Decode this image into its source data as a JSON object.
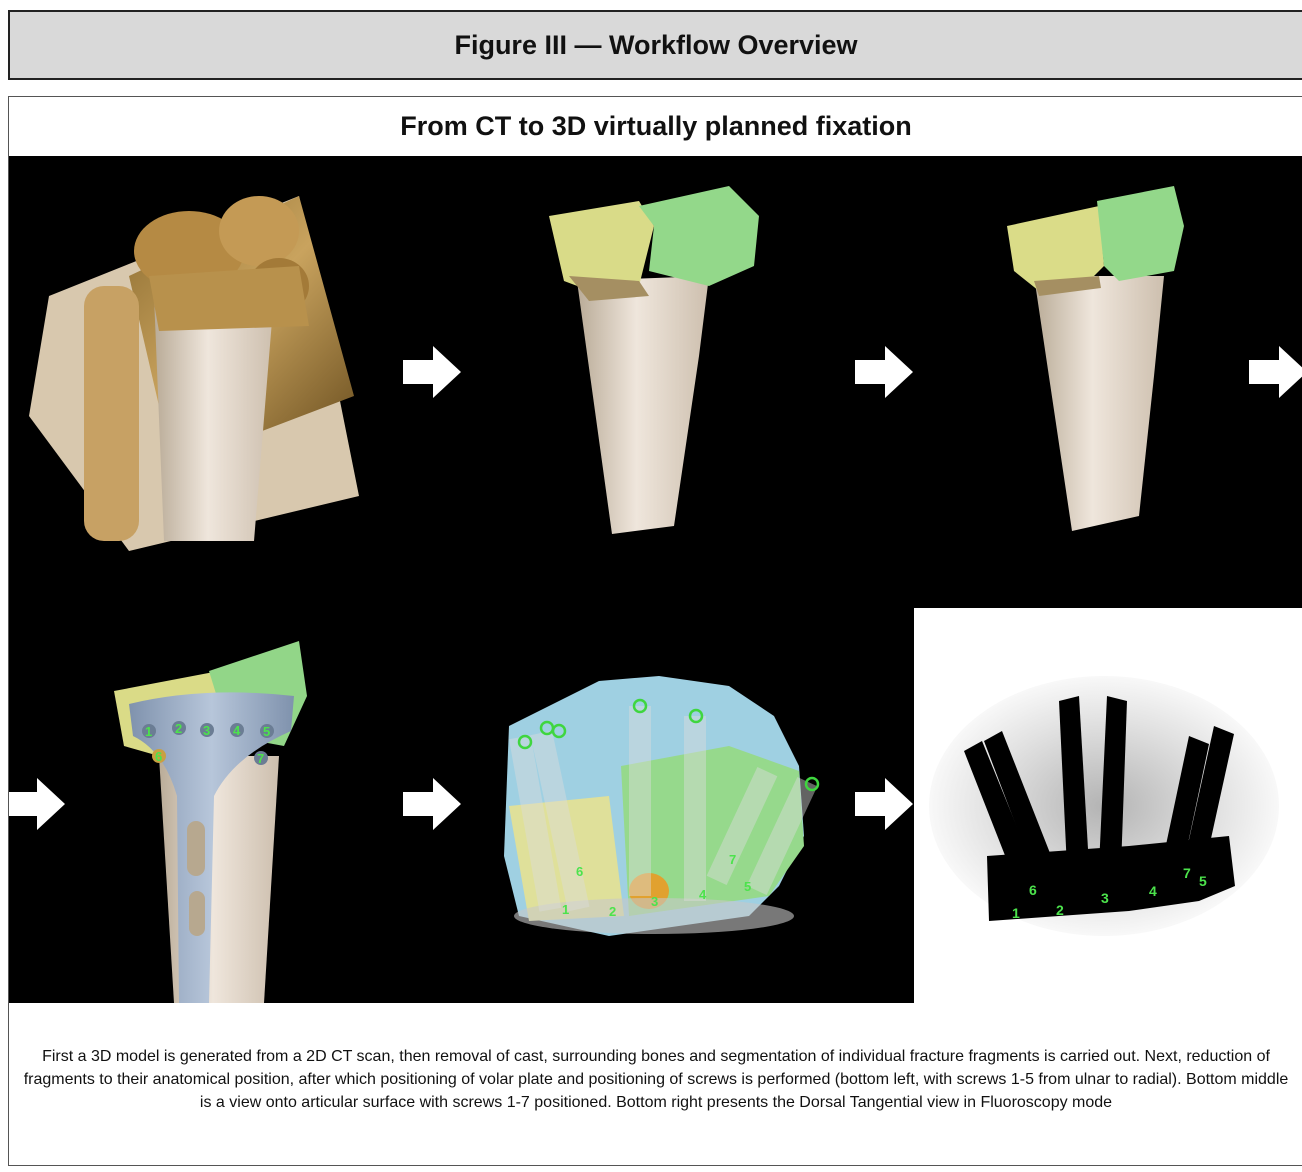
{
  "header": {
    "title": "Figure III — Workflow Overview"
  },
  "panel": {
    "title": "From CT to 3D virtually planned fixation"
  },
  "images": {
    "bottom_left_screw_labels": [
      "1",
      "2",
      "3",
      "4",
      "5",
      "6",
      "7"
    ],
    "bottom_middle_screw_labels": [
      "1",
      "2",
      "3",
      "4",
      "5",
      "6",
      "7"
    ],
    "bottom_right_screw_labels": [
      "1",
      "6",
      "2",
      "3",
      "4",
      "7",
      "5"
    ]
  },
  "caption": "First a 3D model is generated from a 2D CT scan, then removal of cast, surrounding bones and segmentation of individual fracture fragments is carried out. Next, reduction of fragments to their anatomical position, after which positioning of volar plate and positioning of screws is performed (bottom left, with screws 1-5 from ulnar to radial). Bottom middle is a view onto articular surface with screws 1-7 positioned. Bottom right presents the Dorsal Tangential view in Fluoroscopy mode"
}
